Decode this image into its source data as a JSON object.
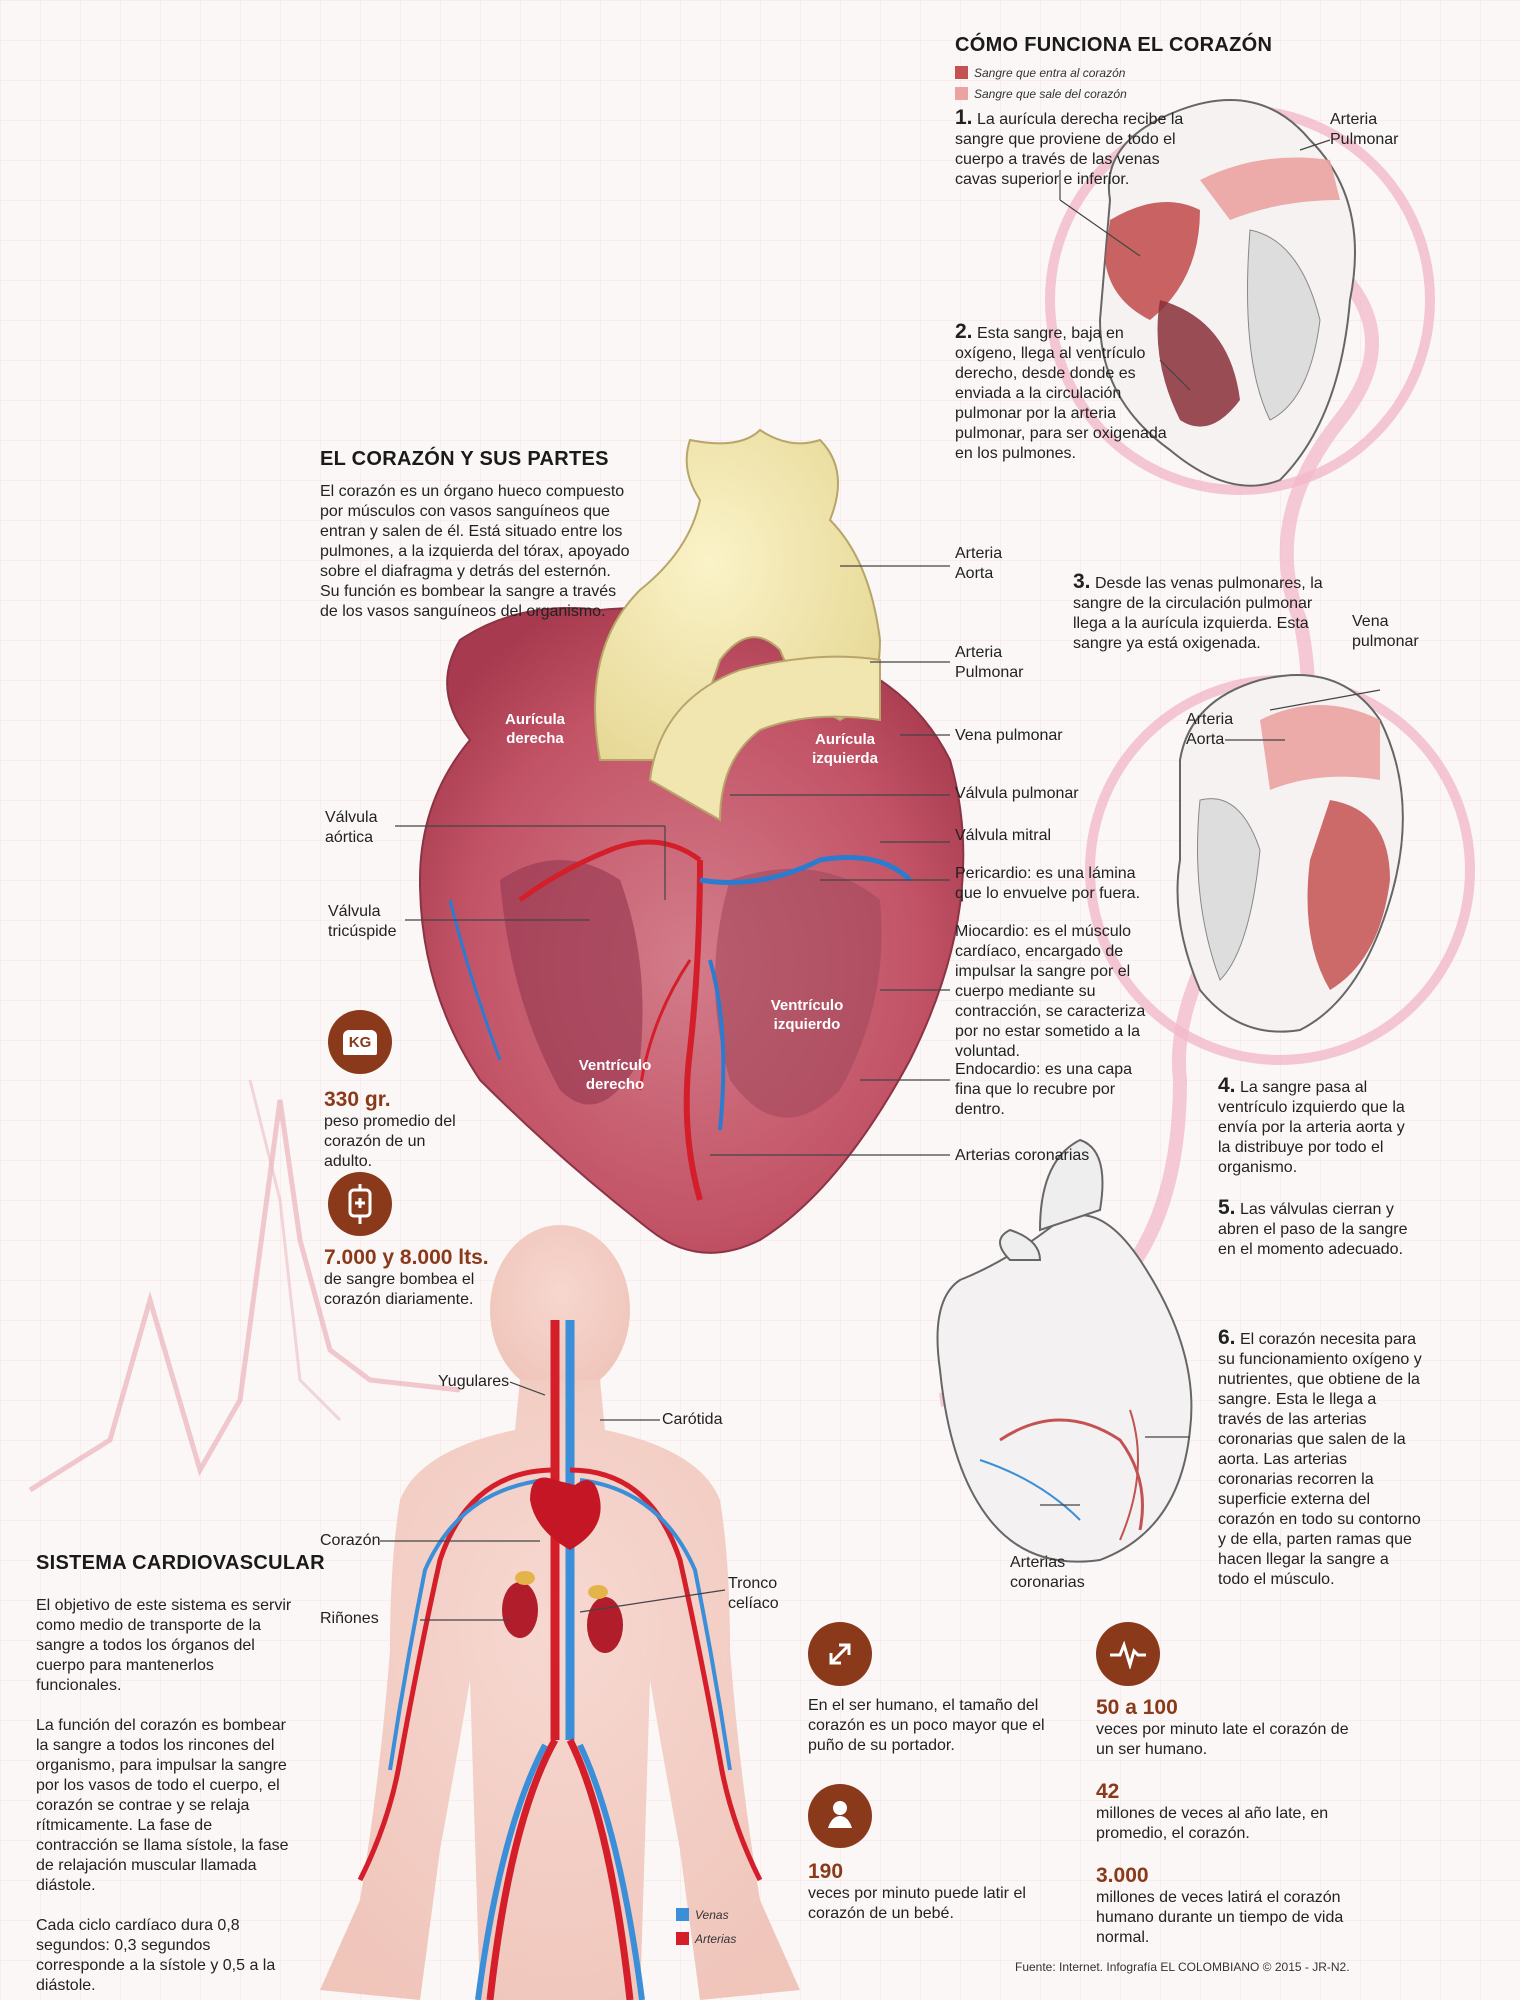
{
  "colors": {
    "entering_blood": "#c45252",
    "leaving_blood": "#eba2a0",
    "veins": "#3a8fd8",
    "arteries": "#d41e2a",
    "icon_bg": "#8a3a1a",
    "stat_text": "#8a3a1a",
    "timeline": "#f0b6c8"
  },
  "how_it_works": {
    "title": "CÓMO FUNCIONA EL CORAZÓN",
    "legend": [
      {
        "label": "Sangre que entra al corazón",
        "color": "#c45252"
      },
      {
        "label": "Sangre que sale del corazón",
        "color": "#eba2a0"
      }
    ],
    "steps": [
      {
        "num": "1.",
        "text": "La aurícula derecha recibe la sangre que proviene de todo el cuerpo a través de las venas cavas superior e inferior."
      },
      {
        "num": "2.",
        "text": "Esta sangre, baja en oxígeno, llega al ventrículo derecho, desde donde es enviada a la circulación pulmonar por la arteria pulmonar, para ser oxigenada en los pulmones."
      },
      {
        "num": "3.",
        "text": "Desde las venas pulmonares, la sangre de la circulación pulmonar llega a la aurícula izquierda. Esta sangre ya está oxigenada."
      },
      {
        "num": "4.",
        "text": "La sangre pasa al ventrículo izquierdo que la envía por la arteria aorta y la distribuye por todo el organismo."
      },
      {
        "num": "5.",
        "text": "Las válvulas cierran y abren el paso de la sangre en el momento adecuado."
      },
      {
        "num": "6.",
        "text": "El corazón necesita para su funcionamiento oxígeno y nutrientes, que obtiene de la sangre. Esta le llega a través de las arterias coronarias que salen de la aorta. Las arterias coronarias recorren la superficie externa del corazón en todo su contorno y de ella, parten ramas que hacen llegar la sangre a todo el músculo."
      }
    ],
    "diagram_labels": {
      "arteria_pulmonar": "Arteria Pulmonar",
      "vena_pulmonar": "Vena pulmonar",
      "arteria_aorta": "Arteria Aorta",
      "arterias_coronarias": "Arterias coronarias"
    }
  },
  "heart_parts": {
    "title": "EL CORAZÓN Y SUS PARTES",
    "description": "El corazón es un órgano hueco compuesto por músculos con vasos sanguíneos que entran y salen de él. Está situado entre los pulmones, a la izquierda del tórax, apoyado sobre el diafragma y detrás del esternón. Su función es bombear la sangre a través de los vasos sanguíneos del organismo.",
    "labels": {
      "arteria_aorta": "Arteria Aorta",
      "arteria_pulmonar": "Arteria Pulmonar",
      "vena_pulmonar": "Vena pulmonar",
      "valvula_pulmonar": "Válvula pulmonar",
      "valvula_mitral": "Válvula mitral",
      "pericardio": "Pericardio: es una lámina que lo envuelve por fuera.",
      "miocardio": "Miocardio: es el músculo cardíaco, encargado de impulsar la sangre por el cuerpo mediante su contracción, se caracteriza por no estar sometido a la voluntad.",
      "endocardio": "Endocardio: es una capa fina que lo recubre por dentro.",
      "arterias_coronarias": "Arterias coronarias",
      "valvula_aortica": "Válvula aórtica",
      "valvula_tricuspide": "Válvula tricúspide",
      "auricula_derecha": "Aurícula derecha",
      "auricula_izquierda": "Aurícula izquierda",
      "ventriculo_derecho": "Ventrículo derecho",
      "ventriculo_izquierdo": "Ventrículo izquierdo"
    }
  },
  "stats_left": [
    {
      "icon": "weight-icon",
      "icon_text": "KG",
      "value": "330 gr.",
      "text": "peso promedio del corazón de un adulto."
    },
    {
      "icon": "blood-bag-icon",
      "icon_text": "",
      "value": "7.000 y 8.000 lts.",
      "text": "de sangre bombea el corazón diariamente."
    }
  ],
  "cardiovascular": {
    "title": "SISTEMA CARDIOVASCULAR",
    "paragraphs": [
      "El objetivo de este sistema es servir como medio de transporte de la sangre a todos los órganos del cuerpo para mantenerlos funcionales.",
      "La función del corazón es bombear la sangre a todos los rincones del organismo, para impulsar la sangre por los vasos de todo el cuerpo, el corazón se contrae y se relaja rítmicamente. La fase de contracción se llama sístole, la fase de relajación muscular llamada diástole.",
      "Cada ciclo cardíaco dura 0,8 segundos: 0,3 segundos corresponde a la sístole y 0,5 a la diástole."
    ],
    "body_labels": {
      "yugulares": "Yugulares",
      "carotida": "Carótida",
      "corazon": "Corazón",
      "tronco_celiaco": "Tronco celíaco",
      "rinones": "Riñones"
    },
    "legend": [
      {
        "label": "Venas",
        "color": "#3a8fd8"
      },
      {
        "label": "Arterias",
        "color": "#d41e2a"
      }
    ]
  },
  "stats_bottom": [
    {
      "icon": "expand-arrows-icon",
      "value": "",
      "text": "En el ser humano, el tamaño del corazón es un poco mayor que el puño de su portador."
    },
    {
      "icon": "baby-icon",
      "value": "190",
      "text": "veces por minuto puede latir el corazón de un bebé."
    },
    {
      "icon": "heartbeat-icon",
      "value": "50 a 100",
      "text": "veces por minuto late el corazón de un ser humano."
    },
    {
      "icon": "",
      "value": "42",
      "text": "millones de veces al año late, en promedio, el corazón."
    },
    {
      "icon": "",
      "value": "3.000",
      "text": "millones de veces latirá el corazón humano durante un tiempo de vida normal."
    }
  ],
  "source": "Fuente: Internet. Infografía EL COLOMBIANO © 2015 - JR-N2."
}
